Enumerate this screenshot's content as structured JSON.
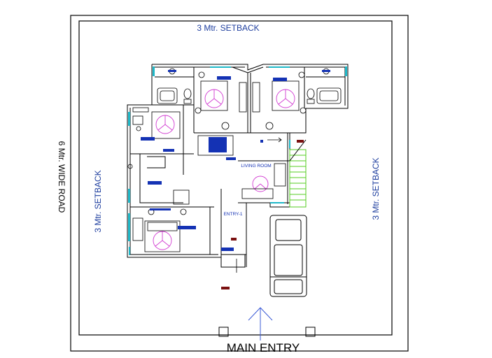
{
  "labels": {
    "setback_top": "3 Mtr. SETBACK",
    "setback_left": "3 Mtr. SETBACK",
    "setback_right": "3 Mtr. SETBACK",
    "road": "6 Mtr. WIDE ROAD",
    "living_room": "LIVING ROOM",
    "entry_1": "ENTRY-1",
    "main_entry": "MAIN ENTRY"
  },
  "colors": {
    "line": "#000000",
    "setback_text": "#1f3f9f",
    "label_block": "#1432b4",
    "furniture_pink": "#d23cd2",
    "stairs_green": "#55cc22",
    "window_cyan": "#1fb8c8",
    "accent_red": "#7a1010",
    "arrow_blue": "#3b5bd6"
  }
}
